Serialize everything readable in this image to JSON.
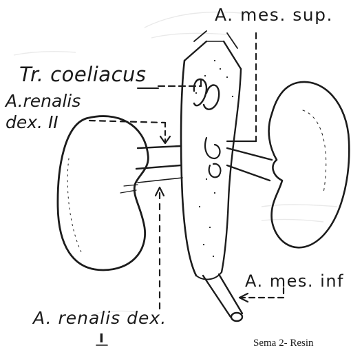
{
  "labels": {
    "a_mes_sup": "A. mes. sup.",
    "tr_coeliacus": "Tr. coeliacus",
    "a_renalis_dex_ii_line1": "A.renalis",
    "a_renalis_dex_ii_line2": "dex. II",
    "a_mes_inf": "A. mes. inf",
    "a_renalis_dex_i_line1": "A. renalis dex.",
    "a_renalis_dex_i_line2": "I"
  },
  "caption": "Sema 2- Resin"
}
